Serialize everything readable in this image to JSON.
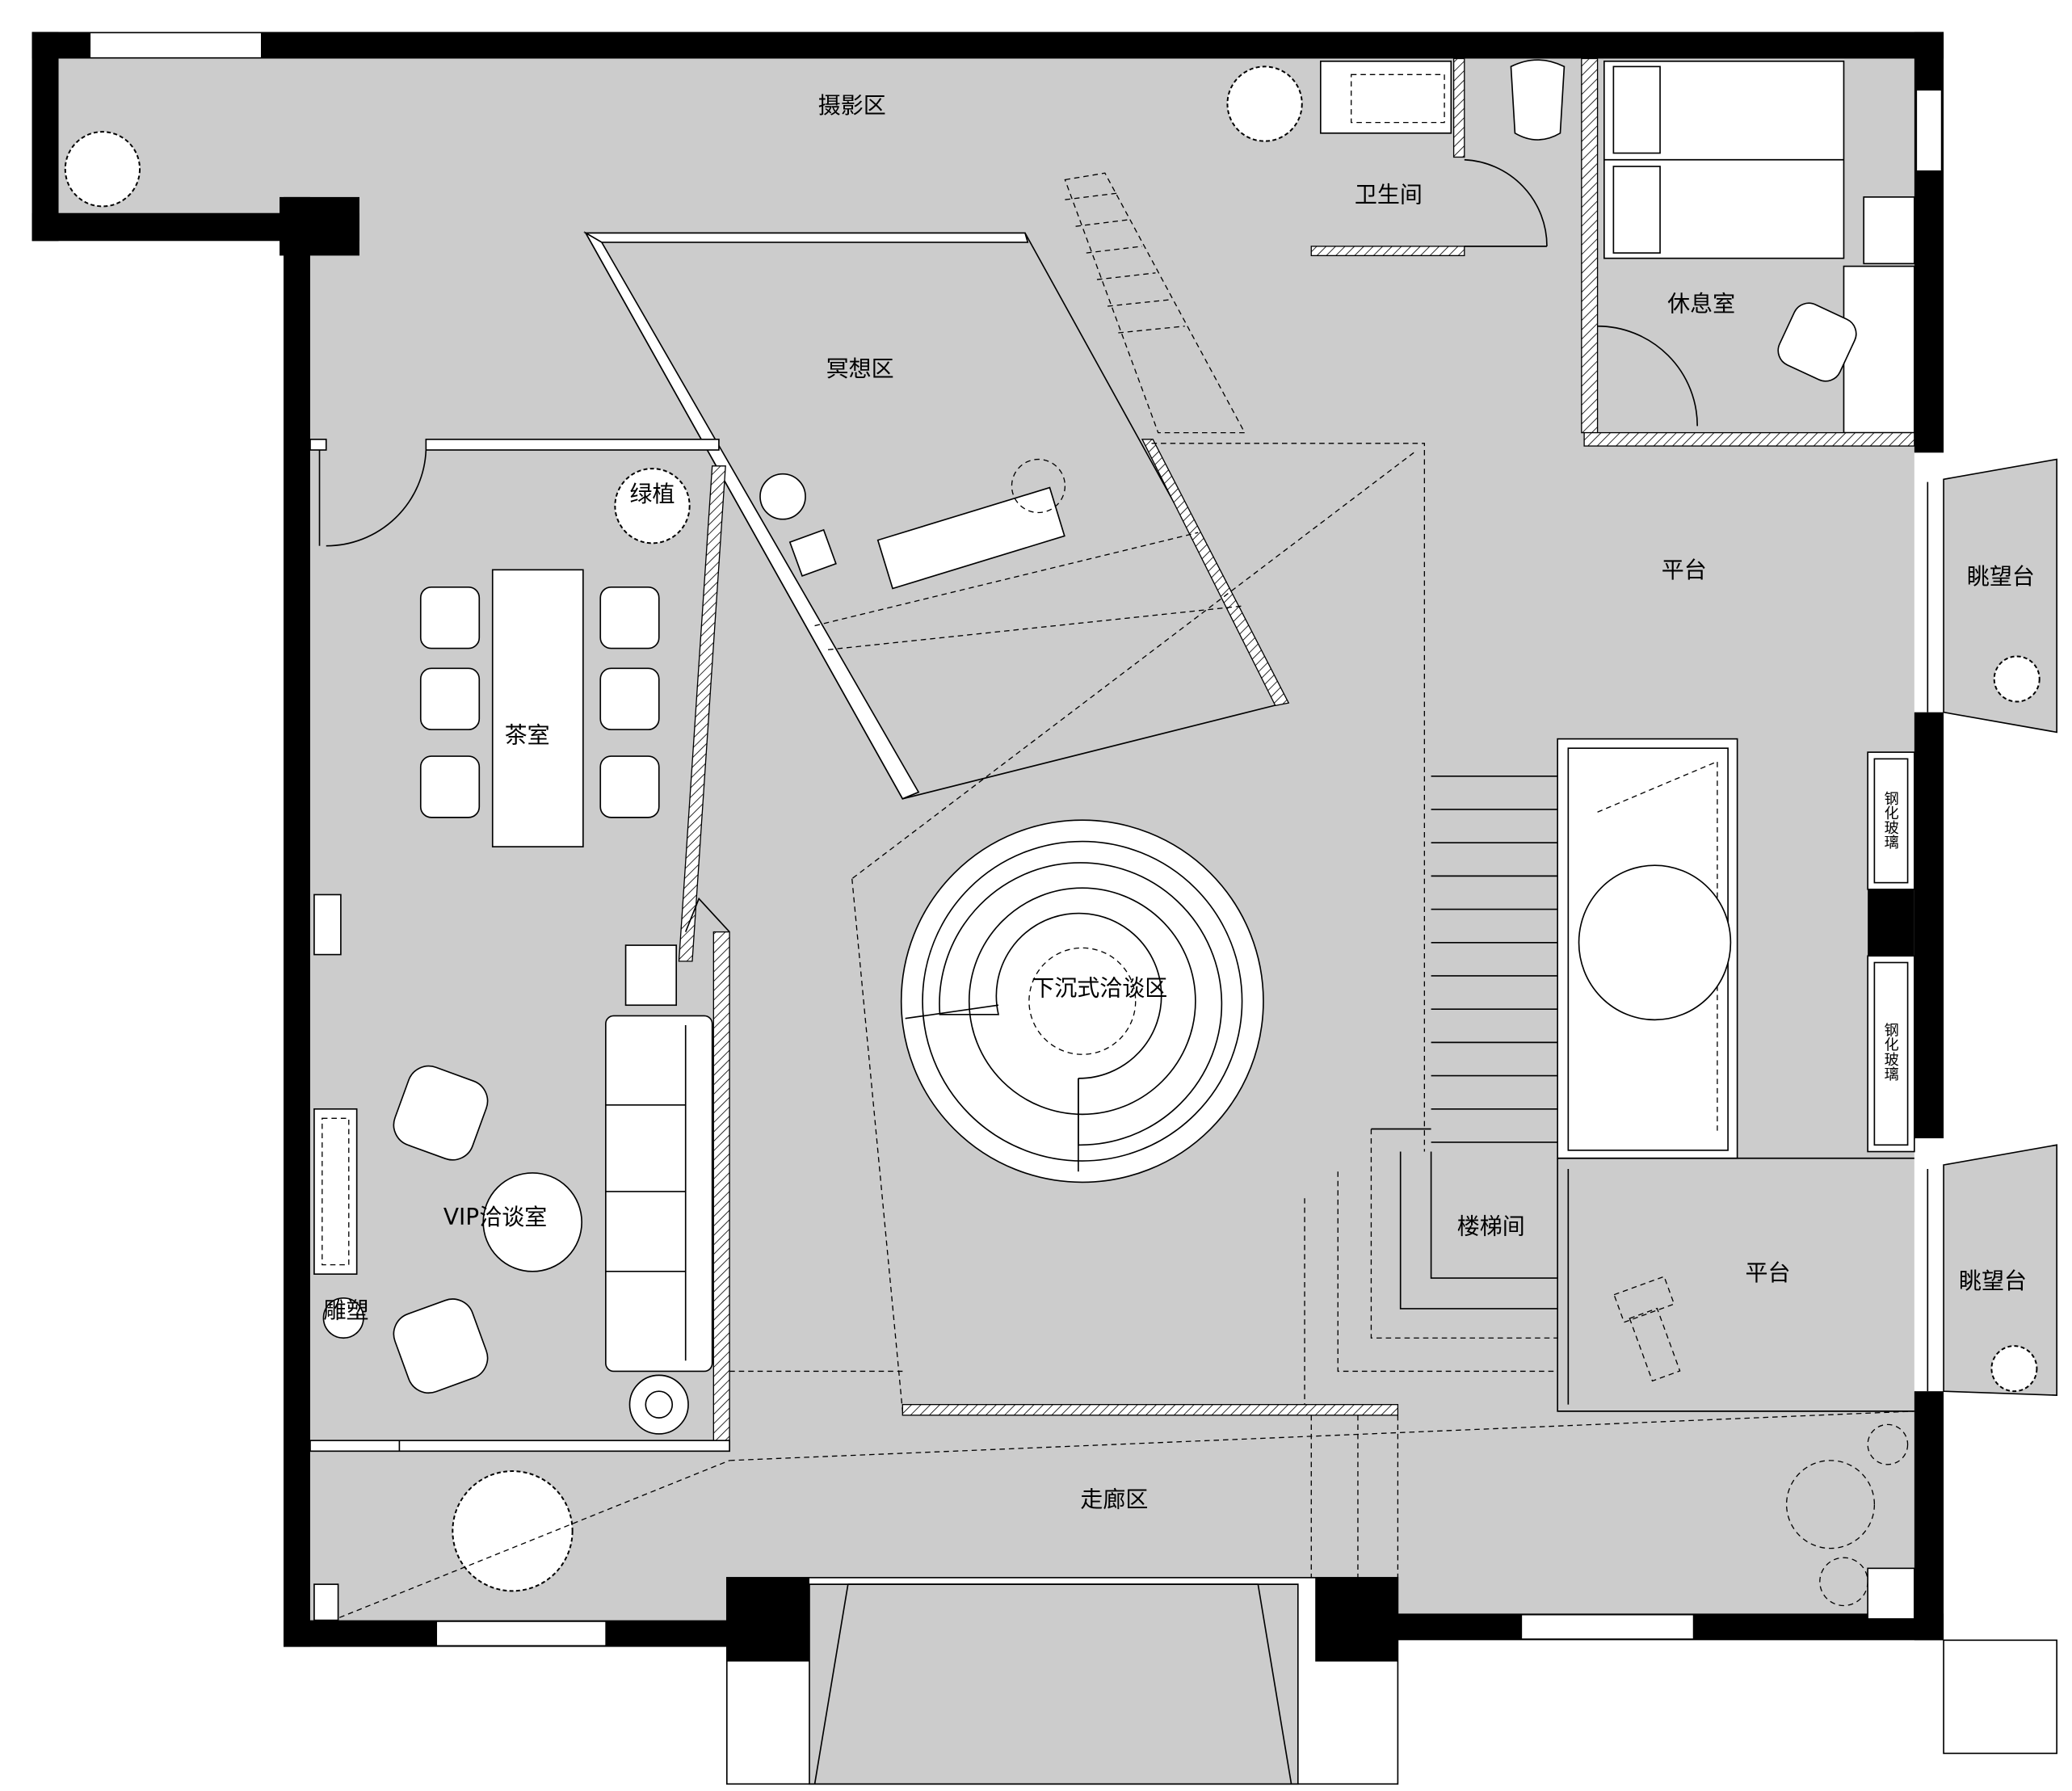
{
  "plan": {
    "title": "Floor plan",
    "colors": {
      "floor": "#cccccc",
      "wall": "#000000",
      "furniture": "#ffffff"
    },
    "rooms": {
      "photo": "摄影区",
      "bathroom": "卫生间",
      "lounge": "休息室",
      "meditation": "冥想区",
      "plants": "绿植",
      "tea": "茶室",
      "platform_upper": "平台",
      "lookout_upper": "眺望台",
      "glass_upper": "钢化玻璃",
      "glass_lower": "钢化玻璃",
      "sunken": "下沉式洽谈区",
      "vip": "VIP洽谈室",
      "sculpture": "雕塑",
      "stairwell": "楼梯间",
      "platform_lower": "平台",
      "lookout_lower": "眺望台",
      "corridor": "走廊区"
    }
  }
}
